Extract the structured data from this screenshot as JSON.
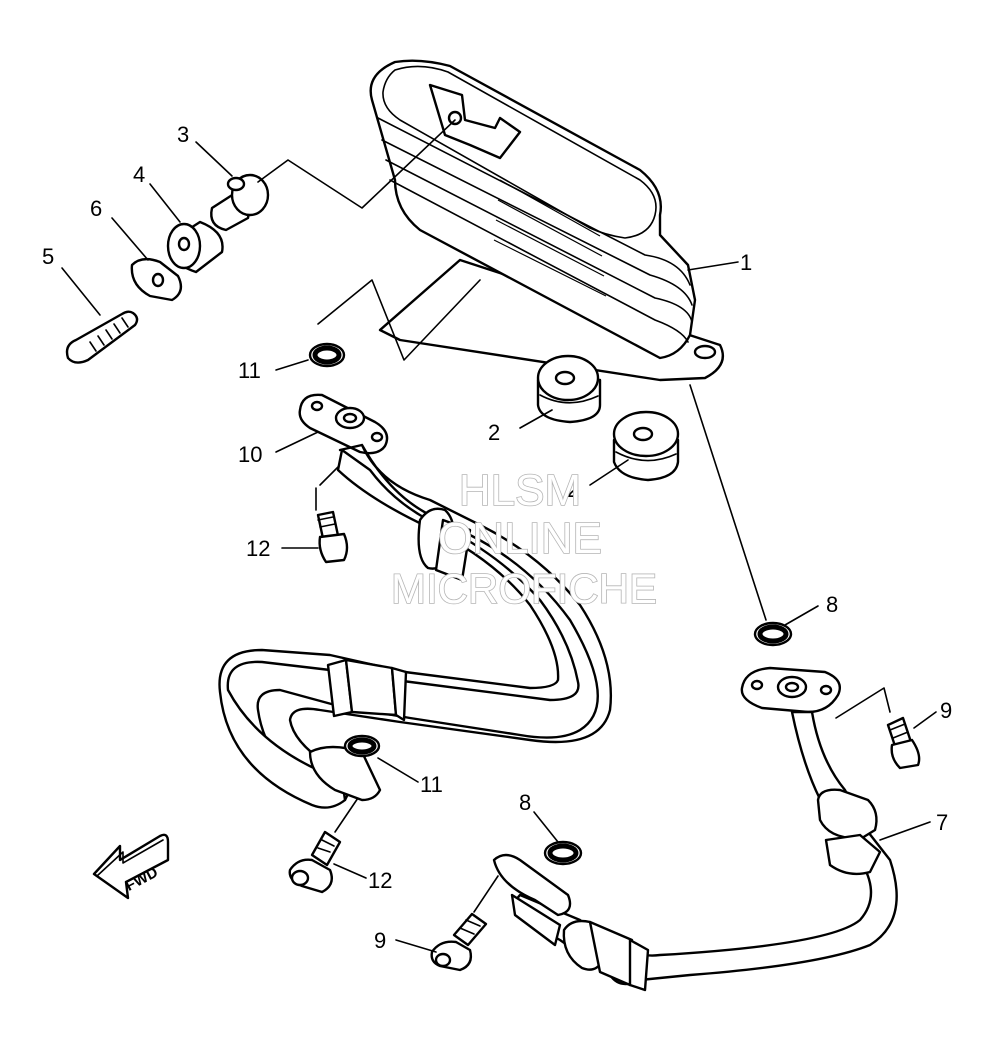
{
  "diagram": {
    "callouts": [
      {
        "id": "c1",
        "number": "1"
      },
      {
        "id": "c2a",
        "number": "2"
      },
      {
        "id": "c2b",
        "number": "2"
      },
      {
        "id": "c3",
        "number": "3"
      },
      {
        "id": "c4",
        "number": "4"
      },
      {
        "id": "c5",
        "number": "5"
      },
      {
        "id": "c6",
        "number": "6"
      },
      {
        "id": "c7",
        "number": "7"
      },
      {
        "id": "c8a",
        "number": "8"
      },
      {
        "id": "c8b",
        "number": "8"
      },
      {
        "id": "c9a",
        "number": "9"
      },
      {
        "id": "c9b",
        "number": "9"
      },
      {
        "id": "c10",
        "number": "10"
      },
      {
        "id": "c11a",
        "number": "11"
      },
      {
        "id": "c11b",
        "number": "11"
      },
      {
        "id": "c12a",
        "number": "12"
      },
      {
        "id": "c12b",
        "number": "12"
      }
    ],
    "fwd_label": "FWD",
    "watermark": {
      "line1": "HLSM",
      "line2": "ONLINE",
      "line3": "MICROFICHE"
    }
  }
}
